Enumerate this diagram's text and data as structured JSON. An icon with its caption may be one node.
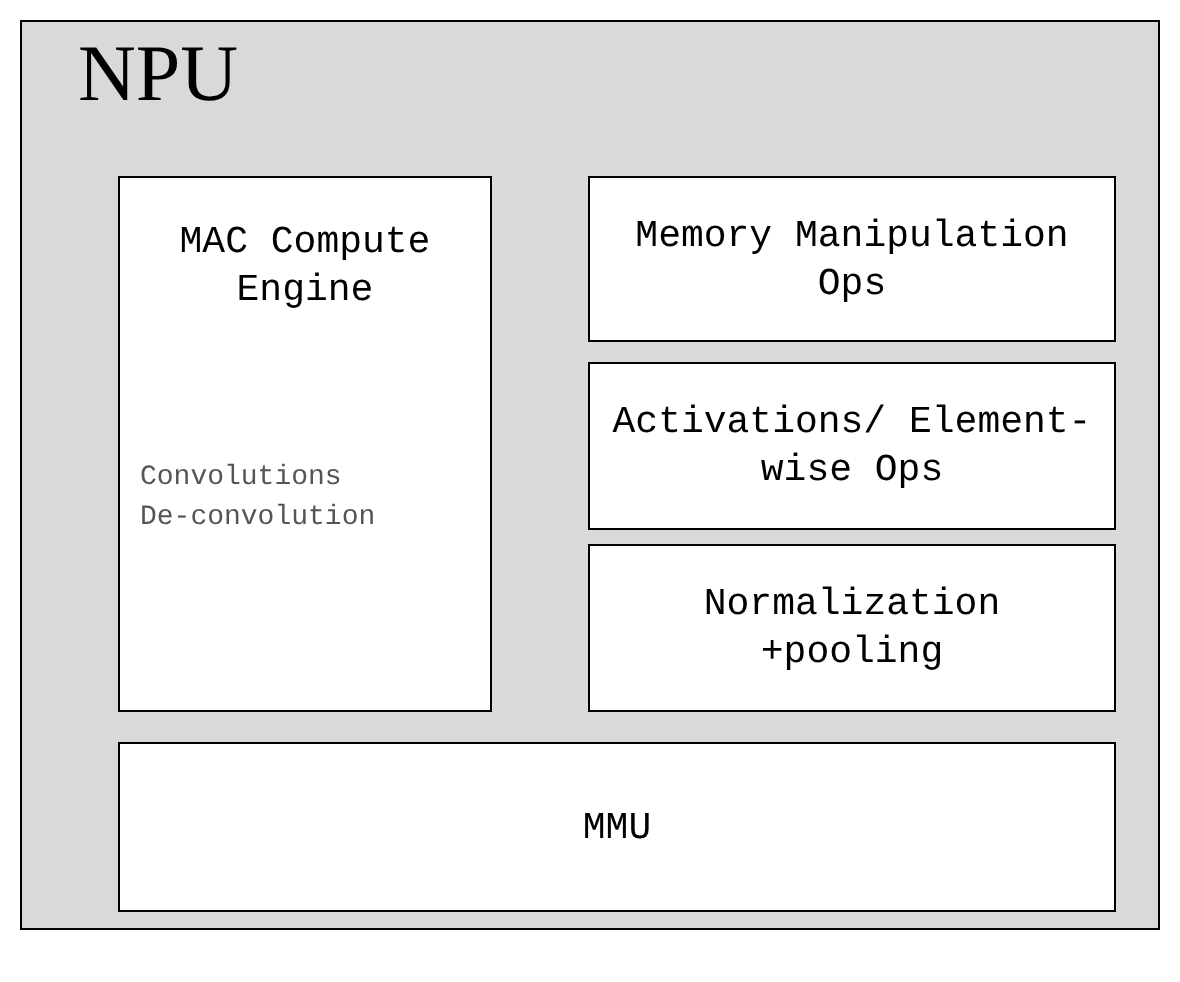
{
  "diagram": {
    "nodes": [
      {
        "text": [
          "NPU"
        ]
      },
      {
        "text": [
          "MAC Compute Engine",
          "Convolutions De-convolution"
        ],
        "in": 0
      },
      {
        "text": [
          "Memory Manipulation Ops"
        ],
        "in": 0
      },
      {
        "text": [
          "Activations/ Element-wise Ops"
        ],
        "in": 0
      },
      {
        "text": [
          "Normalization +pooling"
        ],
        "in": 0
      },
      {
        "text": [
          "MMU"
        ],
        "in": 0
      }
    ],
    "edges": []
  }
}
